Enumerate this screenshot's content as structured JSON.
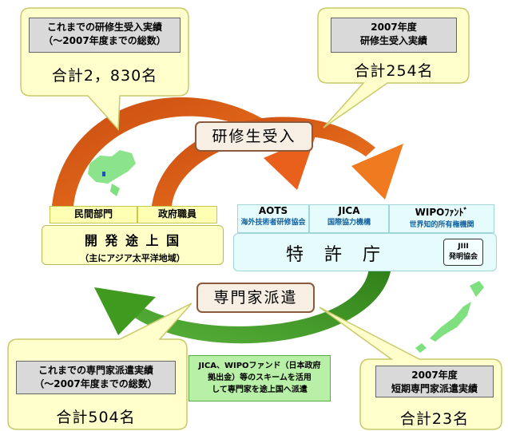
{
  "trainee_total_box": {
    "heading_line1": "これまでの研修生受入実績",
    "heading_line2": "（〜2007年度までの総数）",
    "total": "合計2，830名"
  },
  "trainee_2007_box": {
    "heading_line1": "2007年度",
    "heading_line2": "研修生受入実績",
    "total": "合計254名"
  },
  "trainee_flow_label": "研修生受入",
  "expert_flow_label": "専門家派遣",
  "developing": {
    "tag_private": "民間部門",
    "tag_gov": "政府職員",
    "title": "開 発 途 上 国",
    "subtitle": "（主にアジア太平洋地域）"
  },
  "jpo": {
    "org1_name": "AOTS",
    "org1_sub": "海外技術者研修協会",
    "org2_name": "JICA",
    "org2_sub": "国際協力機構",
    "org3_name": "WIPOﾌｧﾝﾄﾞ",
    "org3_sub": "世界知的所有権機関",
    "title": "特　許　庁",
    "jiii_line1": "JIII",
    "jiii_line2": "発明協会"
  },
  "expert_total_box": {
    "heading_line1": "これまでの専門家派遣実績",
    "heading_line2": "（〜2007年度までの総数）",
    "total": "合計504名"
  },
  "expert_2007_box": {
    "heading_line1": "2007年度",
    "heading_line2": "短期専門家派遣実績",
    "total": "合計23名"
  },
  "scheme_note": {
    "line1": "JICA、WIPOファンド（日本政府",
    "line2": "拠出金）等のスキームを活用",
    "line3": "して専門家を途上国へ派遣"
  },
  "colors": {
    "orange_arrow": "#e8601c",
    "green_arrow": "#3f9a1f",
    "callout_yellow": "#ffffcc",
    "jpo_cyan": "#e6fbfb",
    "note_green": "#b7f0a6"
  }
}
